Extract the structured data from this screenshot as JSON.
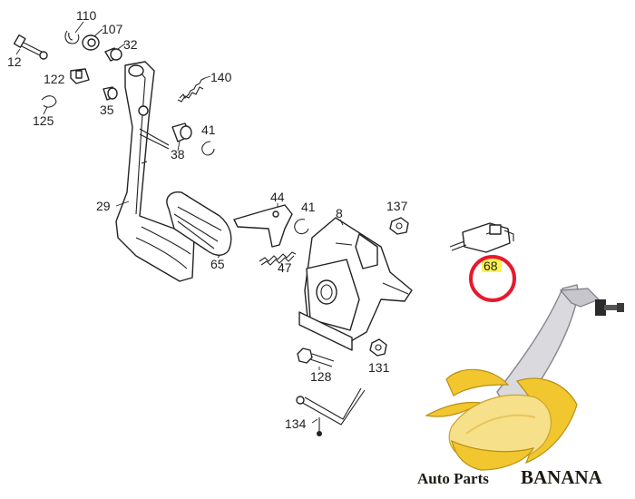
{
  "labels": {
    "l110": "110",
    "l107": "107",
    "l32": "32",
    "l12": "12",
    "l122": "122",
    "l35": "35",
    "l125": "125",
    "l140": "140",
    "l41a": "41",
    "l38": "38",
    "l29": "29",
    "l65": "65",
    "l44": "44",
    "l41b": "41",
    "l47": "47",
    "l8": "8",
    "l137": "137",
    "l68": "68",
    "l128": "128",
    "l131": "131",
    "l134": "134"
  },
  "highlight": {
    "part": "68",
    "circle_color": "#e8192c",
    "label_bg": "#fff34d"
  },
  "watermark": {
    "text_a": "Auto Parts",
    "text_b": "BANANA",
    "banana_color": "#f2c62f"
  }
}
